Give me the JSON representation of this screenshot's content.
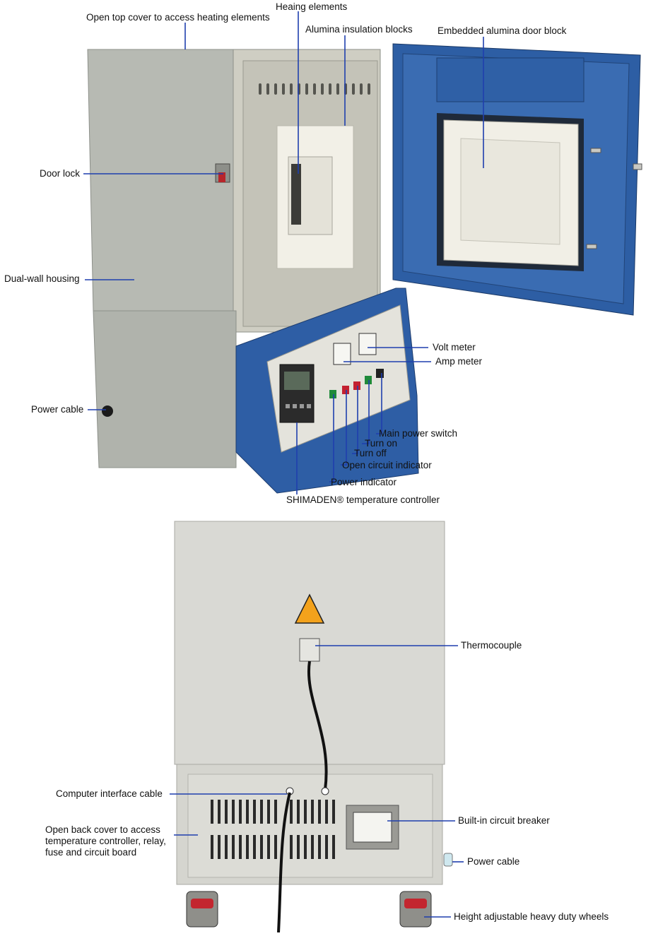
{
  "callout_color": "#1f3fae",
  "colors": {
    "housing": "#b9bcb5",
    "housing_dark": "#a7aaa3",
    "front_frame": "#d4d3c9",
    "panel_blue": "#2f5fa6",
    "door_blue": "#2c5da3",
    "alumina": "#f1efe6",
    "rear_housing": "#d9d9d4",
    "warning": "#f3a21c"
  },
  "labels": {
    "top_cover": "Open top cover to access heating elements",
    "heating_elements": "Heaing elements",
    "alumina_blocks": "Alumina insulation blocks",
    "door_block": "Embedded alumina door block",
    "door_lock": "Door lock",
    "dual_wall": "Dual-wall housing",
    "power_cable_front": "Power cable",
    "volt_meter": "Volt meter",
    "amp_meter": "Amp meter",
    "main_power_switch": "Main power switch",
    "turn_on": "Turn on",
    "turn_off": "Turn off",
    "open_circuit": "Open circuit indicator",
    "power_indicator": "Power indicator",
    "controller": "SHIMADEN® temperature controller",
    "thermocouple": "Thermocouple",
    "computer_cable": "Computer interface cable",
    "back_cover": [
      "Open back cover to access",
      "temperature controller, relay,",
      "fuse and circuit board"
    ],
    "circuit_breaker": "Built-in circuit breaker",
    "power_cable_rear": "Power cable",
    "wheels": "Height adjustable heavy duty wheels"
  }
}
